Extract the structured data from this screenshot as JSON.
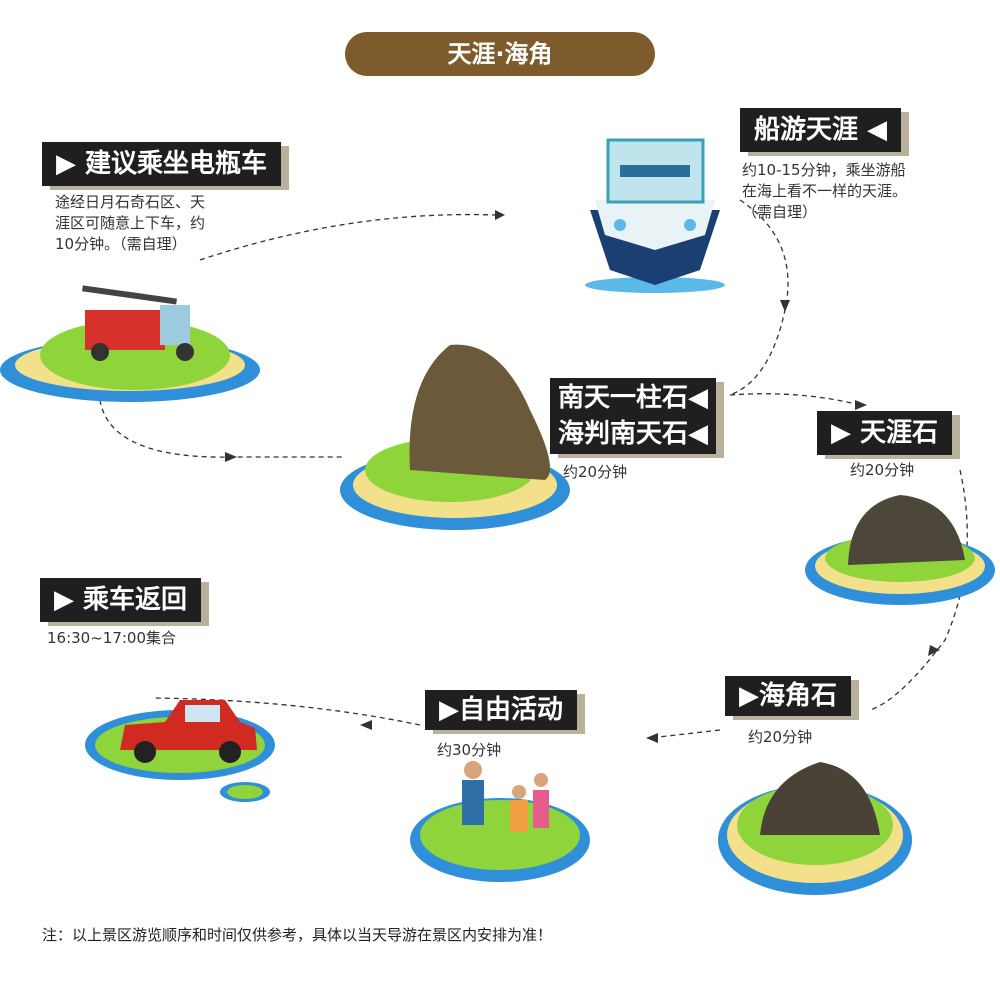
{
  "title": "天涯·海角",
  "stops": {
    "cart": {
      "label": "▶ 建议乘坐电瓶车",
      "desc": [
        "途经日月石奇石区、天",
        "涯区可随意上下车，约",
        "10分钟。（需自理）"
      ]
    },
    "boat": {
      "label": "船游天涯 ◀",
      "desc": [
        "约10-15分钟，乘坐游船",
        "在海上看不一样的天涯。",
        "（需自理）"
      ]
    },
    "pillar": {
      "label1": "南天一柱石◀",
      "label2": "海判南天石◀",
      "time": "约20分钟"
    },
    "tianya": {
      "label": "▶  天涯石",
      "time": "约20分钟"
    },
    "haijiao": {
      "label": "▶海角石",
      "time": "约20分钟"
    },
    "free": {
      "label": "▶自由活动",
      "time": "约30分钟"
    },
    "return": {
      "label": "▶  乘车返回",
      "time": "16:30~17:00集合"
    }
  },
  "note": "注：以上景区游览顺序和时间仅供参考，具体以当天导游在景区内安排为准！",
  "colors": {
    "title_bg": "#7d5b2c",
    "tag_bg": "#1f1f1f",
    "island": "#8fd43a",
    "water": "#2f8fd8",
    "sand": "#f3e08a"
  }
}
